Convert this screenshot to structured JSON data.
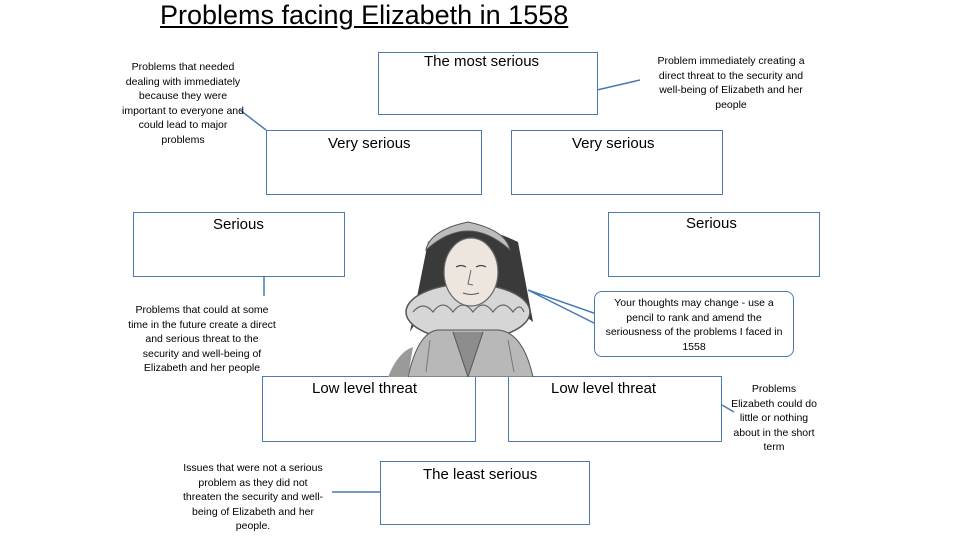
{
  "title": "Problems facing Elizabeth in 1558",
  "boxes": {
    "most_serious": "The most serious",
    "very_serious_left": "Very serious",
    "very_serious_right": "Very serious",
    "serious_left": "Serious",
    "serious_right": "Serious",
    "low_left": "Low level threat",
    "low_right": "Low level threat",
    "least_serious": "The least serious"
  },
  "notes": {
    "top_left": "Problems that needed dealing with immediately because they were important to everyone and could lead to major problems",
    "top_right": "Problem immediately creating a direct  threat to the security and well-being of Elizabeth and her people",
    "mid_left": "Problems that could at some time in the future create a direct and serious threat to the security and well-being of Elizabeth and her people",
    "right_low": "Problems Elizabeth could do little or nothing about in the short term",
    "bottom_left": "Issues that were not a serious problem as they did not threaten the security and well-being of Elizabeth and her people."
  },
  "callout": "Your thoughts may change  - use a pencil to rank and amend the seriousness of the problems I faced in 1558",
  "colors": {
    "border": "#4a7ab3",
    "connector": "#4a7ab3"
  },
  "portrait_icon": "portrait-engraving"
}
